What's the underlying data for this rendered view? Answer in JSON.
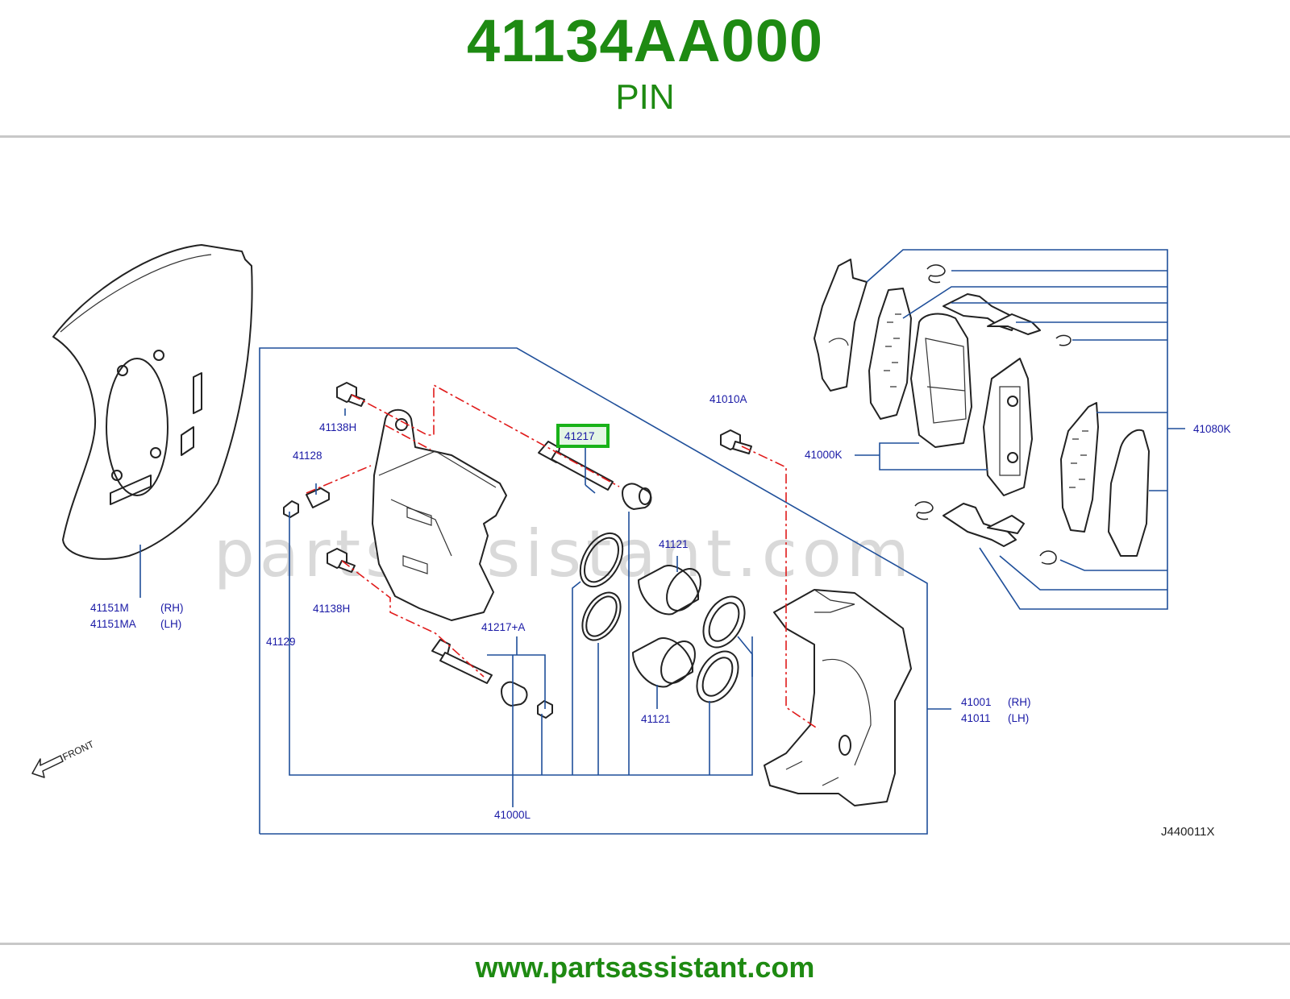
{
  "header": {
    "part_number": "41134AA000",
    "part_name": "PIN"
  },
  "footer": {
    "website": "www.partsassistant.com"
  },
  "diagram": {
    "ref_code": "J440011X",
    "watermark": "partsassistant.com",
    "front_label": "FRONT",
    "highlighted_label": "41217",
    "labels": {
      "l_41151M": "41151M",
      "l_41151MA": "41151MA",
      "l_rh1": "(RH)",
      "l_lh1": "(LH)",
      "l_41138H_top": "41138H",
      "l_41128": "41128",
      "l_41138H_bot": "41138H",
      "l_41129": "41129",
      "l_41217A": "41217+A",
      "l_41121_top": "41121",
      "l_41121_bot": "41121",
      "l_41000L": "41000L",
      "l_41010A": "41010A",
      "l_41001": "41001",
      "l_41011": "41011",
      "l_rh2": "(RH)",
      "l_lh2": "(LH)",
      "l_41000K": "41000K",
      "l_41080K": "41080K"
    }
  },
  "colors": {
    "brand_green": "#1e8a12",
    "label_blue": "#1a1aa6",
    "leader_blue": "#1f4f9a",
    "dash_red": "#e01a1a",
    "highlight_box": "#19b219"
  }
}
